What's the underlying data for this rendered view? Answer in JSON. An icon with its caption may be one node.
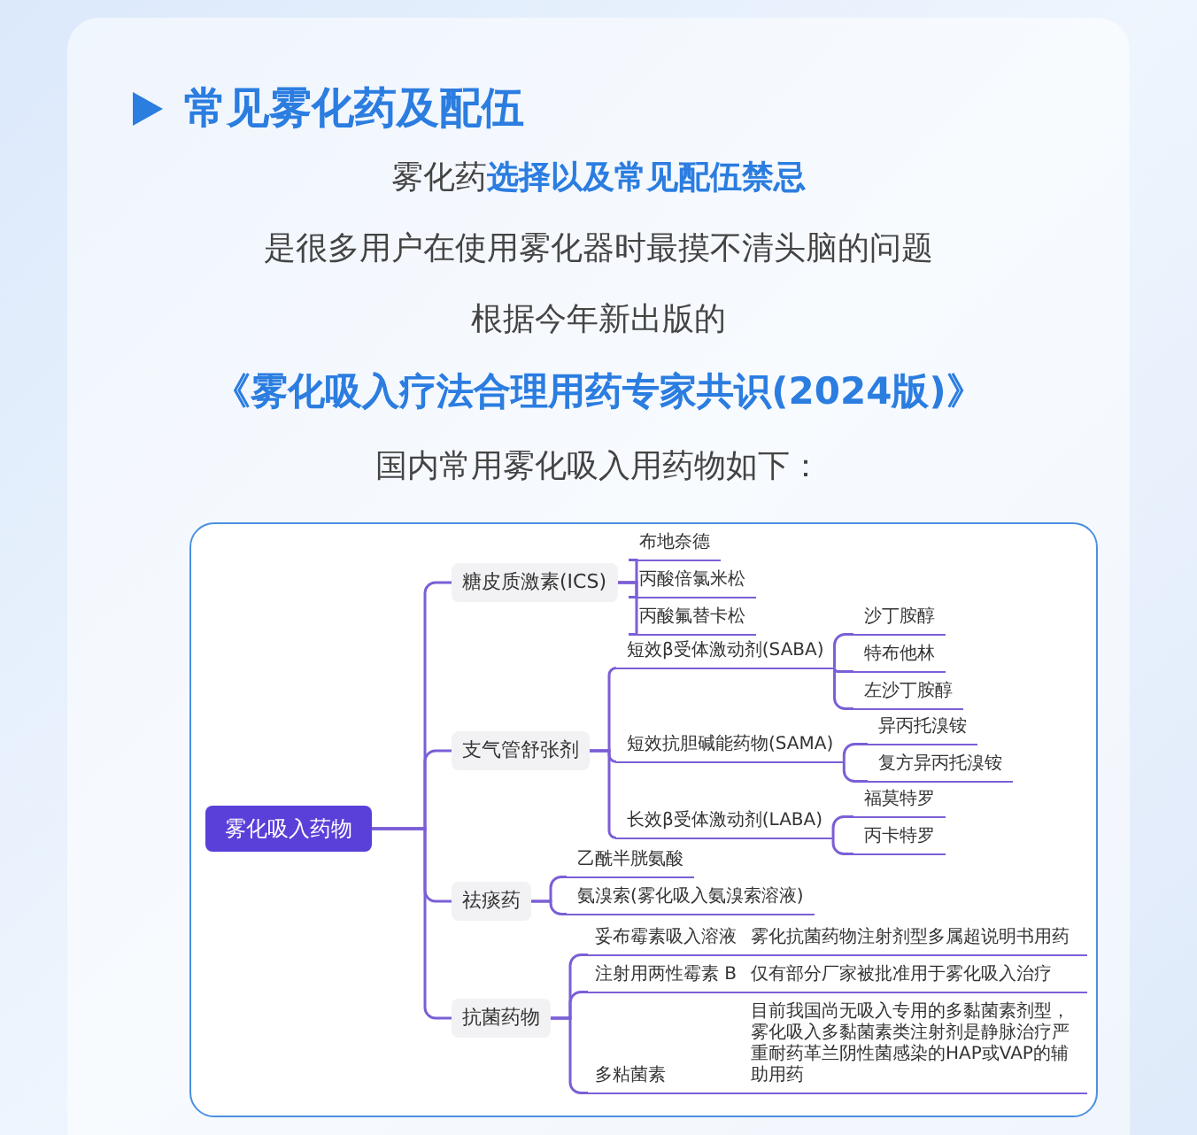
{
  "diagram": {
    "title": "常见雾化药及配伍",
    "nodes": [
      {
        "text": [
          "雾化吸入药物"
        ]
      },
      {
        "text": [
          "糖皮质激素(ICS)"
        ]
      },
      {
        "text": [
          "布地奈德"
        ]
      },
      {
        "text": [
          "丙酸倍氯米松"
        ]
      },
      {
        "text": [
          "丙酸氟替卡松"
        ]
      },
      {
        "text": [
          "支气管舒张剂"
        ]
      },
      {
        "text": [
          "短效β受体激动剂(SABA)"
        ]
      },
      {
        "text": [
          "沙丁胺醇"
        ]
      },
      {
        "text": [
          "特布他林"
        ]
      },
      {
        "text": [
          "左沙丁胺醇"
        ]
      },
      {
        "text": [
          "短效抗胆碱能药物(SAMA)"
        ]
      },
      {
        "text": [
          "异丙托溴铵"
        ]
      },
      {
        "text": [
          "复方异丙托溴铵"
        ]
      },
      {
        "text": [
          "长效β受体激动剂(LABA)"
        ]
      },
      {
        "text": [
          "福莫特罗"
        ]
      },
      {
        "text": [
          "丙卡特罗"
        ]
      },
      {
        "text": [
          "祛痰药"
        ]
      },
      {
        "text": [
          "乙酰半胱氨酸"
        ]
      },
      {
        "text": [
          "氨溴索(雾化吸入氨溴索溶液)"
        ]
      },
      {
        "text": [
          "抗菌药物"
        ]
      },
      {
        "text": [
          "妥布霉素吸入溶液",
          "雾化抗菌药物注射剂型多属超说明书用药"
        ]
      },
      {
        "text": [
          "注射用两性霉素 B",
          "仅有部分厂家被批准用于雾化吸入治疗"
        ]
      },
      {
        "text": [
          "多粘菌素",
          "目前我国尚无吸入专用的多黏菌素剂型，雾化吸入多黏菌素类注射剂是静脉治疗严重耐药革兰阴性菌感染的HAP或VAP的辅助用药"
        ]
      }
    ],
    "edges": [
      {
        "from": 0,
        "to": 1,
        "arrow": "none"
      },
      {
        "from": 0,
        "to": 5,
        "arrow": "none"
      },
      {
        "from": 0,
        "to": 16,
        "arrow": "none"
      },
      {
        "from": 0,
        "to": 19,
        "arrow": "none"
      },
      {
        "from": 1,
        "to": 2,
        "arrow": "none"
      },
      {
        "from": 1,
        "to": 3,
        "arrow": "none"
      },
      {
        "from": 1,
        "to": 4,
        "arrow": "none"
      },
      {
        "from": 5,
        "to": 6,
        "arrow": "none"
      },
      {
        "from": 5,
        "to": 10,
        "arrow": "none"
      },
      {
        "from": 5,
        "to": 13,
        "arrow": "none"
      },
      {
        "from": 6,
        "to": 7,
        "arrow": "none"
      },
      {
        "from": 6,
        "to": 8,
        "arrow": "none"
      },
      {
        "from": 6,
        "to": 9,
        "arrow": "none"
      },
      {
        "from": 10,
        "to": 11,
        "arrow": "none"
      },
      {
        "from": 10,
        "to": 12,
        "arrow": "none"
      },
      {
        "from": 13,
        "to": 14,
        "arrow": "none"
      },
      {
        "from": 13,
        "to": 15,
        "arrow": "none"
      },
      {
        "from": 16,
        "to": 17,
        "arrow": "none"
      },
      {
        "from": 16,
        "to": 18,
        "arrow": "none"
      },
      {
        "from": 19,
        "to": 20,
        "arrow": "none"
      },
      {
        "from": 19,
        "to": 21,
        "arrow": "none"
      },
      {
        "from": 19,
        "to": 22,
        "arrow": "none"
      }
    ],
    "labels": [
      "雾化药**选择以及常见配伍禁忌**",
      "是很多用户在使用雾化器时最摸不清头脑的问题",
      "根据今年新出版的",
      "《雾化吸入疗法合理用药专家共识(2024版)》",
      "国内常用雾化吸入用药物如下："
    ]
  }
}
